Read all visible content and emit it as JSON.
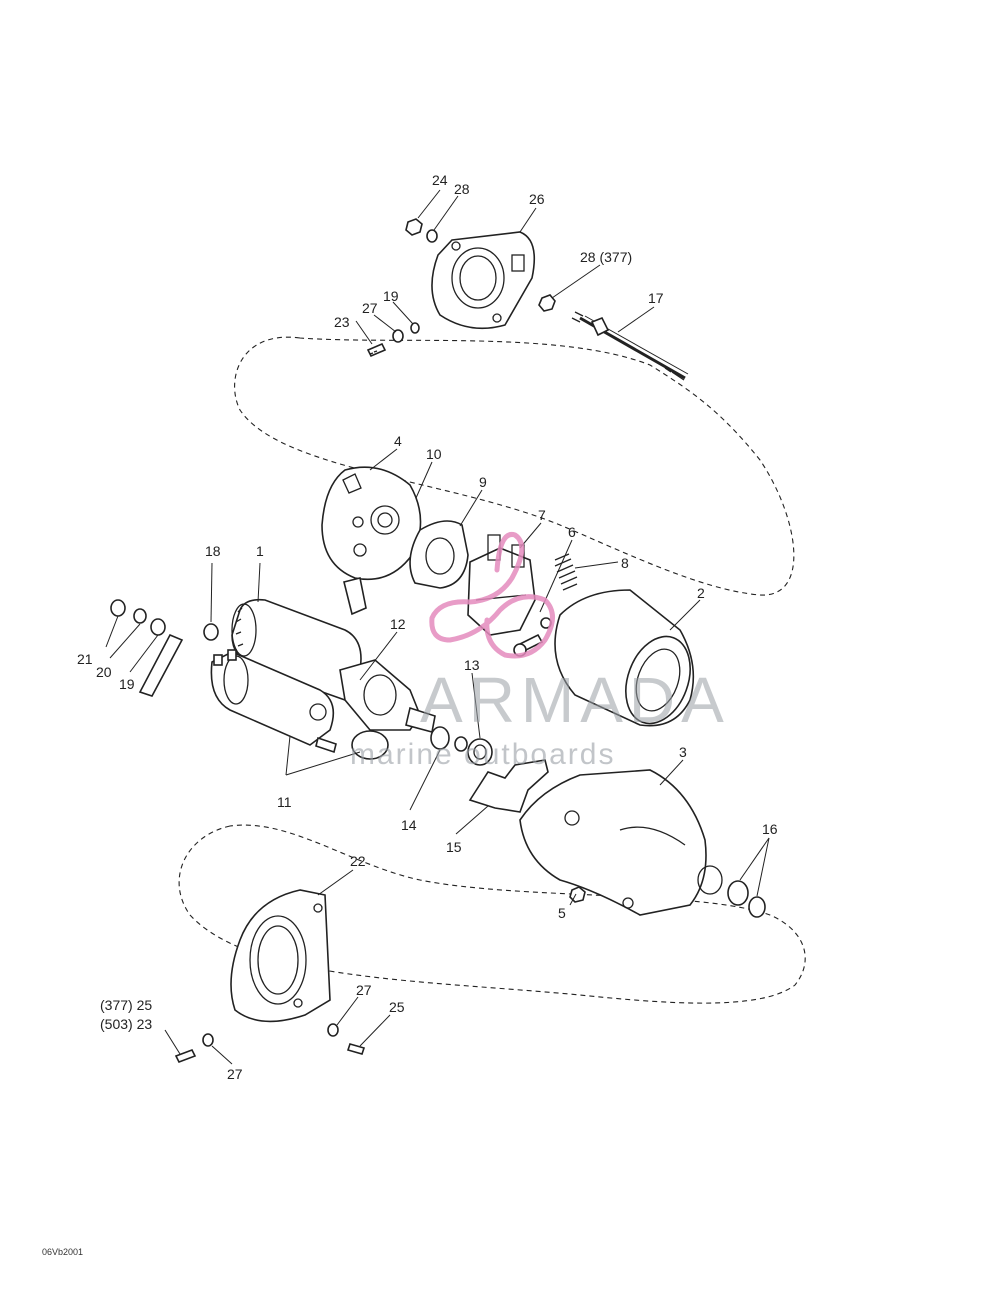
{
  "diagram_code": "06Vb2001",
  "watermark": {
    "brand": "ARMADA",
    "tagline": "marine outboards"
  },
  "labels": {
    "l1": "1",
    "l2": "2",
    "l3": "3",
    "l4": "4",
    "l5": "5",
    "l6": "6",
    "l7": "7",
    "l8": "8",
    "l9": "9",
    "l10": "10",
    "l11": "11",
    "l12": "12",
    "l13": "13",
    "l14": "14",
    "l15": "15",
    "l16": "16",
    "l17": "17",
    "l18": "18",
    "l19a": "19",
    "l19b": "19",
    "l20": "20",
    "l21": "21",
    "l22": "22",
    "l23a": "23",
    "l24": "24",
    "l25a": "25",
    "l26": "26",
    "l27a": "27",
    "l27b": "27",
    "l27c": "27",
    "l28a": "28",
    "l28b": "28 (377)",
    "l377_25": "(377) 25",
    "l503_23": "(503) 23"
  },
  "colors": {
    "line": "#222222",
    "logo_pink": "#e48bbd",
    "watermark_gray": "#9aa0a6"
  }
}
